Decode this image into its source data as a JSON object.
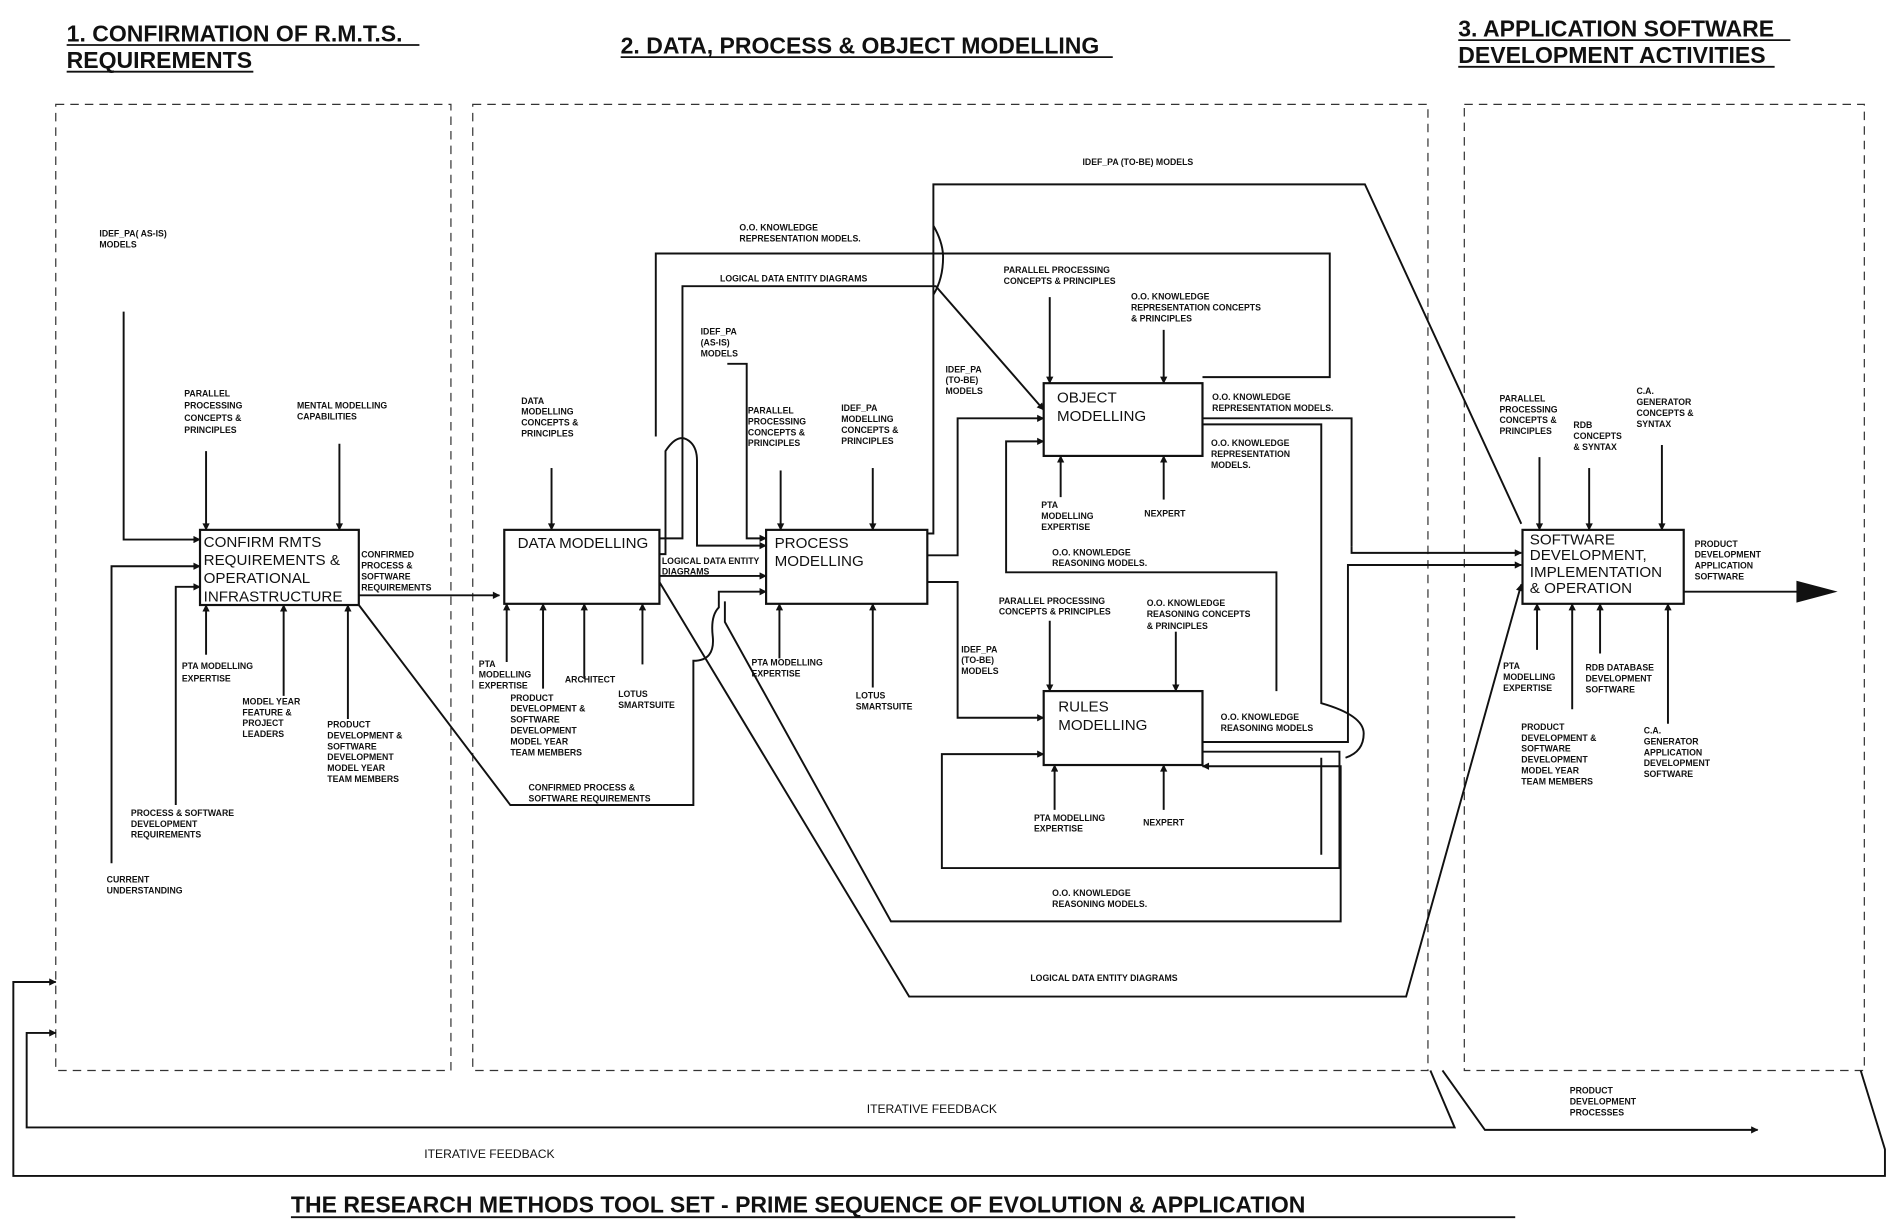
{
  "headings": {
    "section1": [
      "1. CONFIRMATION OF R.M.T.S.",
      "REQUIREMENTS"
    ],
    "section2": [
      "2. DATA, PROCESS & OBJECT MODELLING"
    ],
    "section3": [
      "3. APPLICATION SOFTWARE",
      "DEVELOPMENT ACTIVITIES"
    ],
    "footer_title": "THE RESEARCH METHODS TOOL SET - PRIME SEQUENCE OF EVOLUTION & APPLICATION"
  },
  "boxes": {
    "confirm": [
      "CONFIRM RMTS",
      "REQUIREMENTS &",
      "OPERATIONAL",
      "INFRASTRUCTURE"
    ],
    "data": [
      "DATA MODELLING"
    ],
    "process": [
      "PROCESS",
      "MODELLING"
    ],
    "object": [
      "OBJECT",
      "MODELLING"
    ],
    "rules": [
      "RULES",
      "MODELLING"
    ],
    "software": [
      "SOFTWARE",
      "DEVELOPMENT,",
      "IMPLEMENTATION",
      "& OPERATION"
    ]
  },
  "labels": {
    "idef_asis_1": [
      "IDEF_PA( AS-IS)",
      "MODELS"
    ],
    "pp_1": [
      "PARALLEL",
      "PROCESSING",
      "CONCEPTS &",
      "PRINCIPLES"
    ],
    "mental": [
      "MENTAL MODELLING",
      "CAPABILITIES"
    ],
    "confirmed_out": [
      "CONFIRMED",
      "PROCESS &",
      "SOFTWARE",
      "REQUIREMENTS"
    ],
    "pta_1": [
      "PTA MODELLING",
      "EXPERTISE"
    ],
    "model_year": [
      "MODEL YEAR",
      "FEATURE &",
      "PROJECT",
      "LEADERS"
    ],
    "pd_team_1": [
      "PRODUCT",
      "DEVELOPMENT &",
      "SOFTWARE",
      "DEVELOPMENT",
      "MODEL YEAR",
      "TEAM MEMBERS"
    ],
    "proc_sw_req": [
      "PROCESS & SOFTWARE",
      "DEVELOPMENT",
      "REQUIREMENTS"
    ],
    "current": [
      "CURRENT",
      "UNDERSTANDING"
    ],
    "data_concepts": [
      "DATA",
      "MODELLING",
      "CONCEPTS &",
      "PRINCIPLES"
    ],
    "pta_2": [
      "PTA",
      "MODELLING",
      "EXPERTISE"
    ],
    "pd_team_2": [
      "PRODUCT",
      "DEVELOPMENT &",
      "SOFTWARE",
      "DEVELOPMENT",
      "MODEL YEAR",
      "TEAM MEMBERS"
    ],
    "architect": [
      "ARCHITECT"
    ],
    "lotus_1": [
      "LOTUS",
      "SMARTSUITE"
    ],
    "lde_mid": [
      "LOGICAL DATA ENTITY",
      "DIAGRAMS"
    ],
    "confirmed_loop": [
      "CONFIRMED PROCESS &",
      "SOFTWARE REQUIREMENTS"
    ],
    "idef_asis_2": [
      "IDEF_PA",
      "(AS-IS)",
      "MODELS"
    ],
    "pp_2": [
      "PARALLEL",
      "PROCESSING",
      "CONCEPTS &",
      "PRINCIPLES"
    ],
    "idef_concepts": [
      "IDEF_PA",
      "MODELLING",
      "CONCEPTS &",
      "PRINCIPLES"
    ],
    "pta_3": [
      "PTA MODELLING",
      "EXPERTISE"
    ],
    "lotus_2": [
      "LOTUS",
      "SMARTSUITE"
    ],
    "idef_tobe_top": [
      "IDEF_PA (TO-BE) MODELS"
    ],
    "oo_rep_top": [
      "O.O. KNOWLEDGE",
      "REPRESENTATION MODELS."
    ],
    "lde_top": [
      "LOGICAL DATA ENTITY DIAGRAMS"
    ],
    "pp_obj": [
      "PARALLEL PROCESSING",
      "CONCEPTS &  PRINCIPLES"
    ],
    "oo_rep_concepts": [
      "O.O. KNOWLEDGE",
      "REPRESENTATION CONCEPTS",
      "& PRINCIPLES"
    ],
    "idef_tobe_1": [
      "IDEF_PA",
      "(TO-BE)",
      "MODELS"
    ],
    "oo_rep_out1": [
      "O.O. KNOWLEDGE",
      "REPRESENTATION MODELS."
    ],
    "oo_rep_out2": [
      "O.O. KNOWLEDGE",
      "REPRESENTATION",
      "MODELS."
    ],
    "pta_obj": [
      "PTA",
      "MODELLING",
      "EXPERTISE"
    ],
    "nexpert_1": [
      "NEXPERT"
    ],
    "oo_reason_1": [
      "O.O. KNOWLEDGE",
      "REASONING MODELS."
    ],
    "pp_rules": [
      "PARALLEL PROCESSING",
      "CONCEPTS &  PRINCIPLES"
    ],
    "oo_reason_concepts": [
      "O.O. KNOWLEDGE",
      "REASONING  CONCEPTS",
      " & PRINCIPLES"
    ],
    "idef_tobe_2": [
      "IDEF_PA",
      "(TO-BE)",
      "MODELS"
    ],
    "oo_reason_out": [
      "O.O. KNOWLEDGE",
      "REASONING MODELS"
    ],
    "pta_rules": [
      "PTA MODELLING",
      "EXPERTISE"
    ],
    "nexpert_2": [
      "NEXPERT"
    ],
    "oo_reason_2": [
      "O.O. KNOWLEDGE",
      "REASONING MODELS."
    ],
    "lde_bottom": [
      "LOGICAL DATA ENTITY DIAGRAMS"
    ],
    "pp_sw": [
      "PARALLEL",
      "PROCESSING",
      "CONCEPTS &",
      "PRINCIPLES"
    ],
    "rdb_concepts": [
      "RDB",
      "CONCEPTS",
      "& SYNTAX"
    ],
    "ca_concepts": [
      "C.A.",
      "GENERATOR",
      "CONCEPTS &",
      "SYNTAX"
    ],
    "pd_app_sw": [
      "PRODUCT",
      "DEVELOPMENT",
      "APPLICATION",
      "SOFTWARE"
    ],
    "pta_sw": [
      "PTA",
      "MODELLING",
      "EXPERTISE"
    ],
    "pd_team_3": [
      "PRODUCT",
      "DEVELOPMENT &",
      "SOFTWARE",
      "DEVELOPMENT",
      "MODEL YEAR",
      "TEAM MEMBERS"
    ],
    "rdb_sw": [
      "RDB DATABASE",
      "DEVELOPMENT",
      "SOFTWARE"
    ],
    "ca_app_sw": [
      "C.A.",
      "GENERATOR",
      "APPLICATION",
      "DEVELOPMENT",
      "SOFTWARE"
    ],
    "iter_fb_1": [
      "ITERATIVE FEEDBACK"
    ],
    "iter_fb_2": [
      "ITERATIVE FEEDBACK"
    ],
    "pd_processes": [
      "PRODUCT",
      "DEVELOPMENT",
      "PROCESSES"
    ]
  }
}
